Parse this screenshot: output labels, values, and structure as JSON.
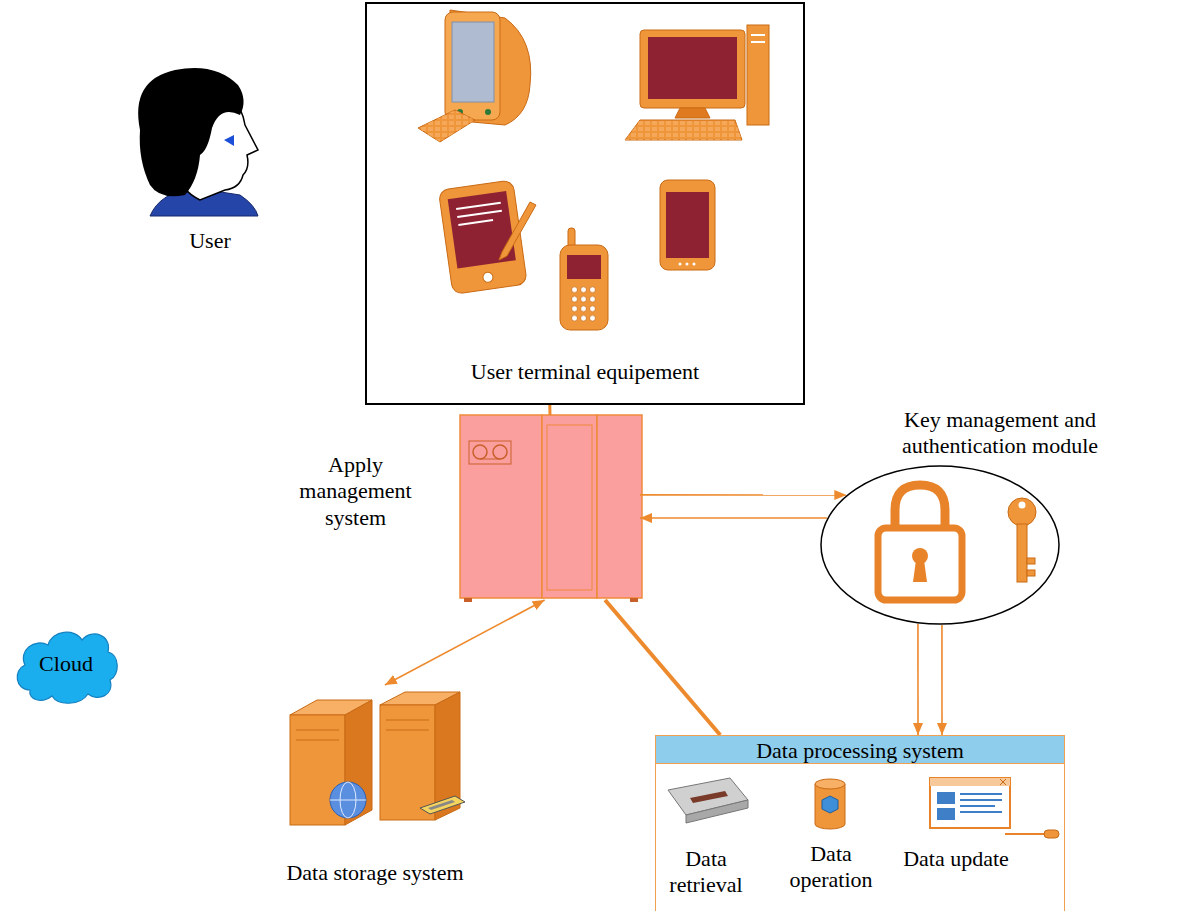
{
  "diagram": {
    "nodes": [
      {
        "text": [
          "User"
        ]
      },
      {
        "text": [
          "User terminal equipement"
        ]
      },
      {
        "text": [
          "Apply management system"
        ]
      },
      {
        "text": [
          "Key management and authentication module"
        ]
      },
      {
        "text": [
          "Cloud"
        ]
      },
      {
        "text": [
          "Data storage system"
        ]
      },
      {
        "text": [
          "Data processing system"
        ]
      },
      {
        "text": [
          "Data retrieval"
        ],
        "in": 6
      },
      {
        "text": [
          "Data operation"
        ],
        "in": 6
      },
      {
        "text": [
          "Data update"
        ],
        "in": 6
      }
    ],
    "edges": [
      {
        "from": 1,
        "to": 2,
        "arrow": "none"
      },
      {
        "from": 2,
        "to": 3,
        "arrow": "to"
      },
      {
        "from": 3,
        "to": 2,
        "arrow": "to"
      },
      {
        "from": 2,
        "to": 5,
        "arrow": "both"
      },
      {
        "from": 2,
        "to": 6,
        "arrow": "none"
      },
      {
        "from": 3,
        "to": 6,
        "arrow": "to"
      },
      {
        "from": 3,
        "to": 6,
        "arrow": "to"
      }
    ]
  }
}
